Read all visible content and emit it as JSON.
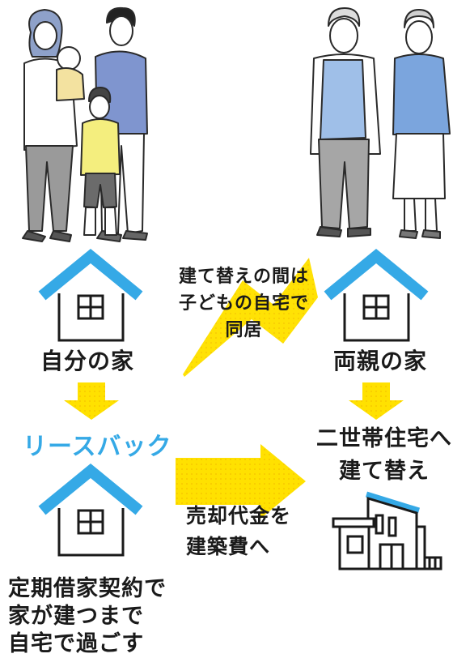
{
  "labels": {
    "my_house": "自分の家",
    "parents_house": "両親の家",
    "leaseback": "リースバック",
    "two_generation": [
      "二世帯住宅へ",
      "建て替え"
    ],
    "temporary_living": [
      "建て替えの間は",
      "子どもの自宅で",
      "同居"
    ],
    "sale_proceeds": [
      "売却代金を",
      "建築費へ"
    ],
    "fixed_term_lease": [
      "定期借家契約で",
      "家が建つまで",
      "自宅で過ごす"
    ]
  },
  "colors": {
    "roof_blue": "#35a9e6",
    "arrow_yellow": "#ffe100",
    "text": "#1a1a1a"
  }
}
